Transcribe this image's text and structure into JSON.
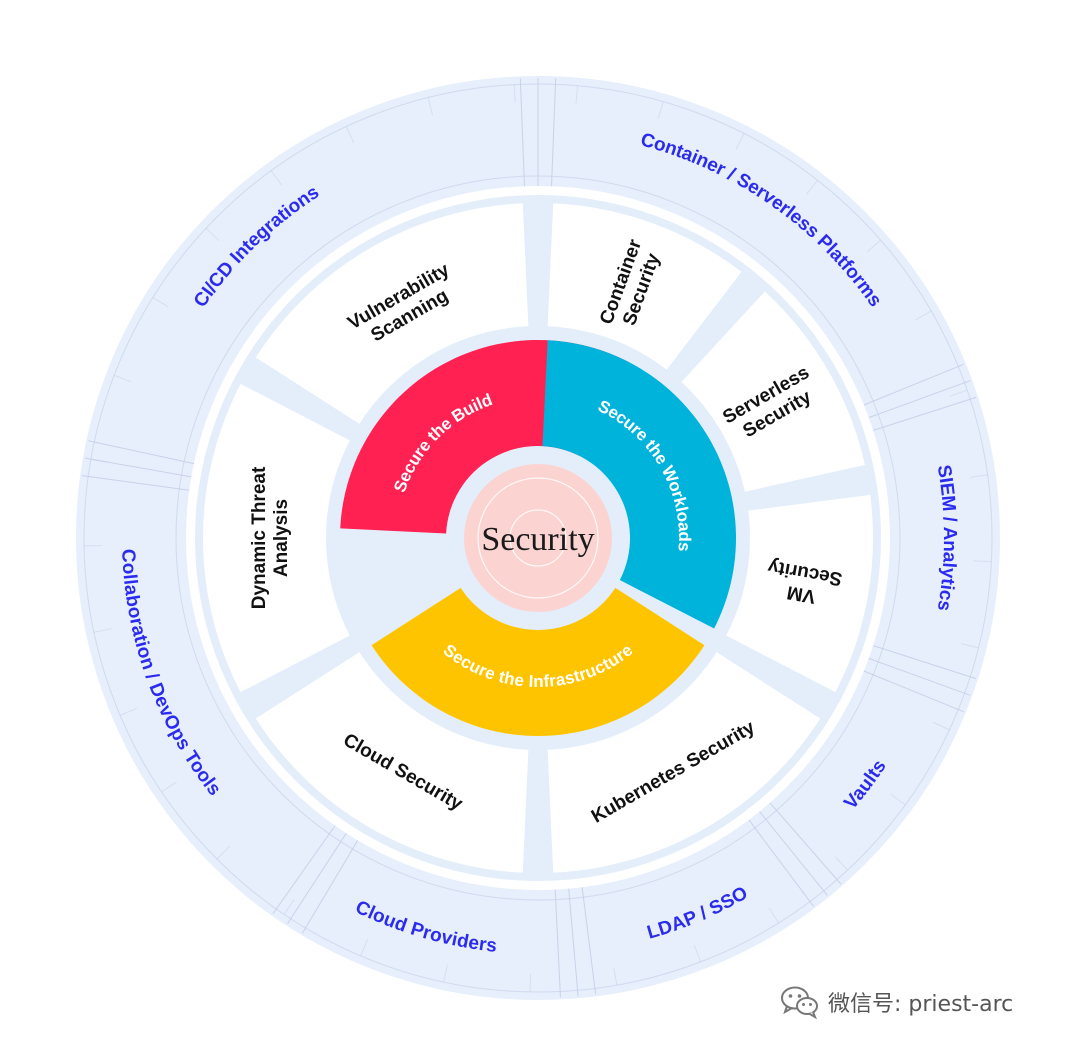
{
  "core": {
    "label": "Security",
    "fill": "#fbd3d1"
  },
  "inner_ring": [
    {
      "label": "Secure the Build",
      "color": "#ff2152",
      "start": -90,
      "end": 30
    },
    {
      "label": "Secure the Workloads",
      "color": "#00b3da",
      "start": 0,
      "end": 120
    },
    {
      "label": "Secure the Infrastructure",
      "color": "#ffc400",
      "start": 120,
      "end": 240
    }
  ],
  "middle_ring": [
    {
      "label": "Container Security",
      "start": 0,
      "end": 40
    },
    {
      "label": "Serverless Security",
      "start": 40,
      "end": 80
    },
    {
      "label": "VM Security",
      "start": 80,
      "end": 120
    },
    {
      "label": "Kubernetes Security",
      "start": 120,
      "end": 180
    },
    {
      "label": "Cloud Security",
      "start": 180,
      "end": 240
    },
    {
      "label": "Dynamic Threat Analysis",
      "start": 240,
      "end": 300
    },
    {
      "label": "Vulnerability Scanning",
      "start": 300,
      "end": 360
    }
  ],
  "outer_ring": [
    {
      "label": "Container / Serverless Platforms",
      "angle": 35
    },
    {
      "label": "SIEM / Analytics",
      "angle": 90
    },
    {
      "label": "Vaults",
      "angle": 127
    },
    {
      "label": "LDAP / SSO",
      "angle": 157
    },
    {
      "label": "Cloud Providers",
      "angle": 196
    },
    {
      "label": "Collaboration / DevOps Tools",
      "angle": 250
    },
    {
      "label": "CI/CD Integrations",
      "angle": 316
    }
  ],
  "colors": {
    "outer_ring": "#e6effb",
    "outer_ring_lines": "#c3cbe6",
    "gap": "#e3eefa",
    "middle_segment": "#ffffff",
    "outer_text": "#2b2bef"
  },
  "watermark": {
    "icon": "wechat-icon",
    "text": "微信号: priest-arc"
  }
}
